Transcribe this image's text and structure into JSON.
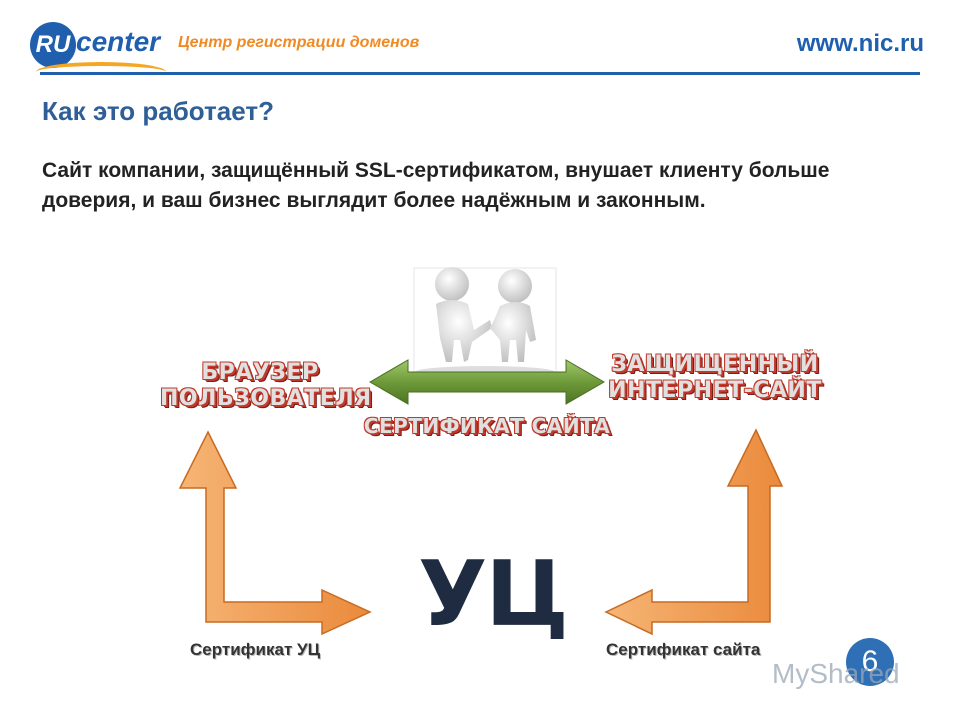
{
  "header": {
    "logo_mark": "RU",
    "logo_word": "center",
    "tagline": "Центр регистрации доменов",
    "site_url": "www.nic.ru"
  },
  "slide": {
    "title": "Как это работает?",
    "lead": "Сайт компании, защищённый SSL-сертификатом, внушает клиенту больше доверия, и ваш бизнес выглядит более надёжным и законным."
  },
  "diagram": {
    "browser_line1": "БРАУЗЕР",
    "browser_line2": "ПОЛЬЗОВАТЕЛЯ",
    "site_line1": "ЗАЩИЩЕННЫЙ",
    "site_line2": "ИНТЕРНЕТ-САЙТ",
    "certificate": "СЕРТИФИКАТ САЙТА",
    "ca": "УЦ",
    "caption_ca": "Сертификат УЦ",
    "caption_site": "Сертификат сайта",
    "colors": {
      "green_arrow": "#5e8a2e",
      "orange_arrow": "#f0a050",
      "label_red": "#c0392b",
      "ca_dark": "#1e2b40"
    }
  },
  "footer": {
    "page_number": "6",
    "watermark": "MyShared"
  }
}
